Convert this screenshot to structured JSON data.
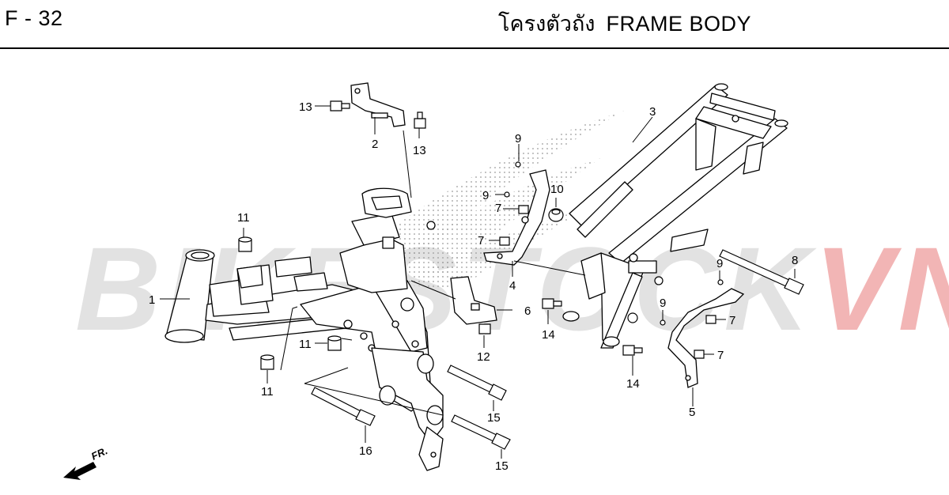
{
  "header": {
    "page_code": "F - 32",
    "title_thai": "โครงตัวถัง",
    "title_en": "FRAME BODY"
  },
  "watermark": {
    "text_main": "BIKESTOCK",
    "text_accent": "VN",
    "color_main": "#bebebe",
    "color_accent": "#dc3c3c"
  },
  "direction": {
    "label": "FR.",
    "icon": "arrow-front-icon"
  },
  "parts": {
    "p1": "1",
    "p2": "2",
    "p3": "3",
    "p4": "4",
    "p5": "5",
    "p6": "6",
    "p7a": "7",
    "p7b": "7",
    "p7c": "7",
    "p7d": "7",
    "p8": "8",
    "p9a": "9",
    "p9b": "9",
    "p9c": "9",
    "p9d": "9",
    "p10": "10",
    "p11a": "11",
    "p11b": "11",
    "p11c": "11",
    "p12": "12",
    "p13a": "13",
    "p13b": "13",
    "p14a": "14",
    "p14b": "14",
    "p15a": "15",
    "p15b": "15",
    "p16": "16"
  }
}
